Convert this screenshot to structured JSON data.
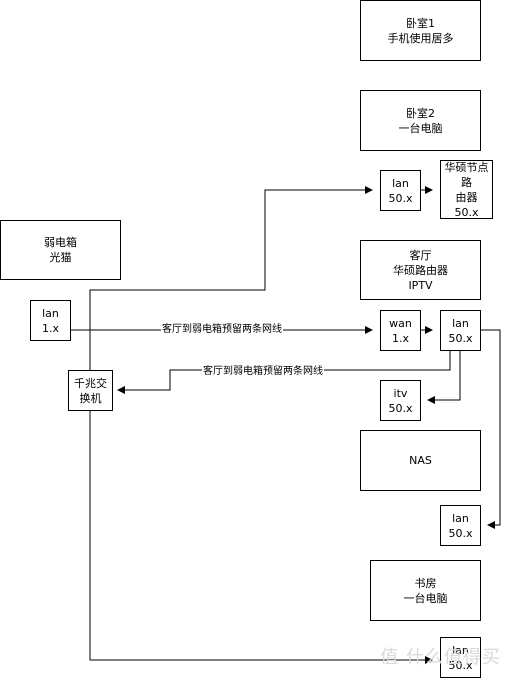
{
  "nodes": {
    "bedroom1": {
      "lines": [
        "卧室1",
        "手机使用居多"
      ]
    },
    "bedroom2": {
      "lines": [
        "卧室2",
        "一台电脑"
      ]
    },
    "node_router": {
      "lines": [
        "华硕节点路",
        "由器",
        "50.x"
      ]
    },
    "lan_top": {
      "lines": [
        "lan",
        "50.x"
      ]
    },
    "weak_box": {
      "lines": [
        "弱电箱",
        "光猫"
      ]
    },
    "living_room": {
      "lines": [
        "客厅",
        "华硕路由器",
        "IPTV"
      ]
    },
    "lan_modem": {
      "lines": [
        "lan",
        "1.x"
      ]
    },
    "wan": {
      "lines": [
        "wan",
        "1.x"
      ]
    },
    "lan_router": {
      "lines": [
        "lan",
        "50.x"
      ]
    },
    "switch": {
      "lines": [
        "千兆交",
        "换机"
      ]
    },
    "itv": {
      "lines": [
        "itv",
        "50.x"
      ]
    },
    "nas": {
      "lines": [
        "NAS"
      ]
    },
    "lan_study": {
      "lines": [
        "lan",
        "50.x"
      ]
    },
    "study": {
      "lines": [
        "书房",
        "一台电脑"
      ]
    },
    "lan_bottom": {
      "lines": [
        "lan",
        "50.x"
      ]
    }
  },
  "edge_labels": {
    "modem_to_wan": "客厅到弱电箱预留两条网线",
    "router_to_switch": "客厅到弱电箱预留两条网线"
  },
  "watermark": "值 什么值得买"
}
